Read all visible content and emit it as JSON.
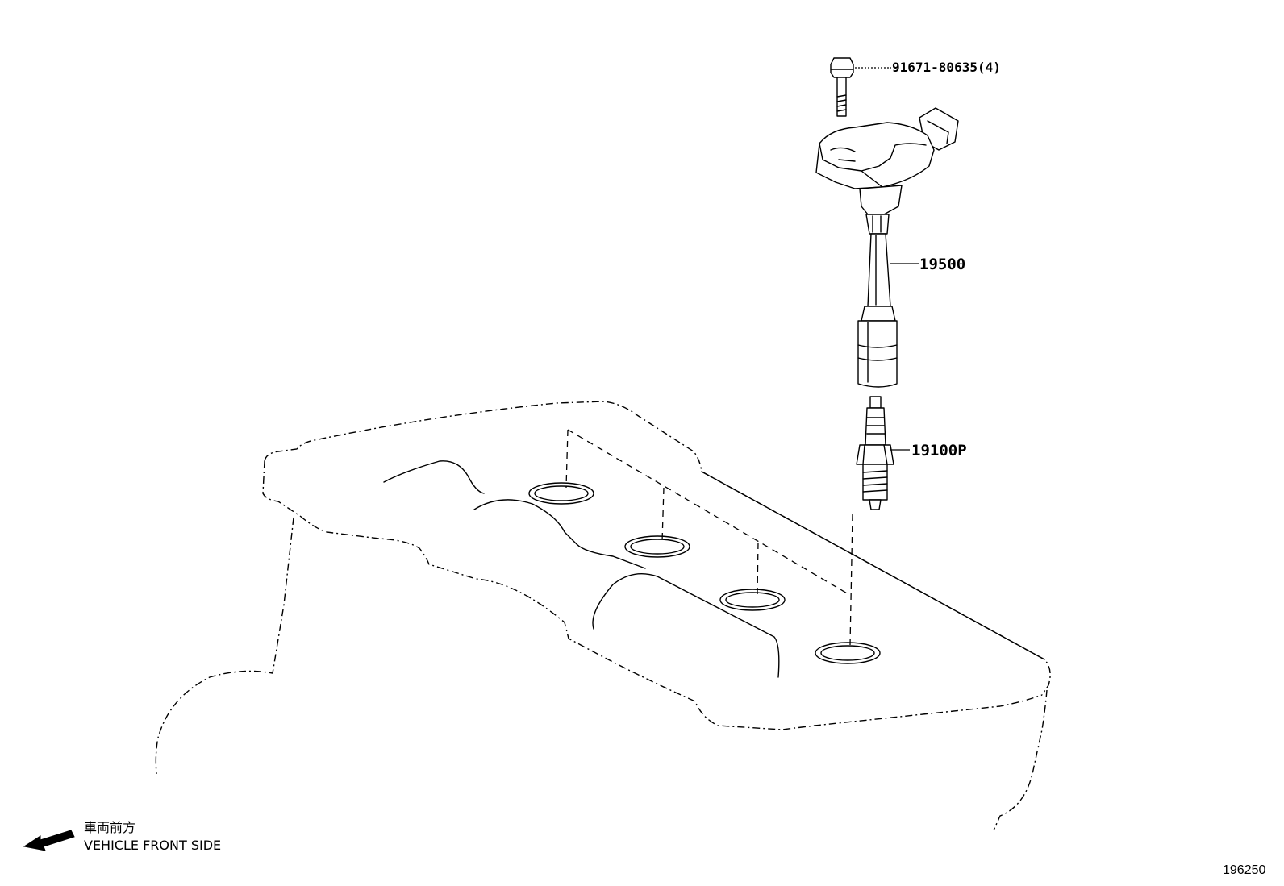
{
  "parts": {
    "bolt": "91671-80635(4)",
    "ignition_coil": "19500",
    "spark_plug": "19100P"
  },
  "front_indicator": {
    "japanese": "車両前方",
    "english": "VEHICLE FRONT SIDE"
  },
  "figure_number": "196250"
}
